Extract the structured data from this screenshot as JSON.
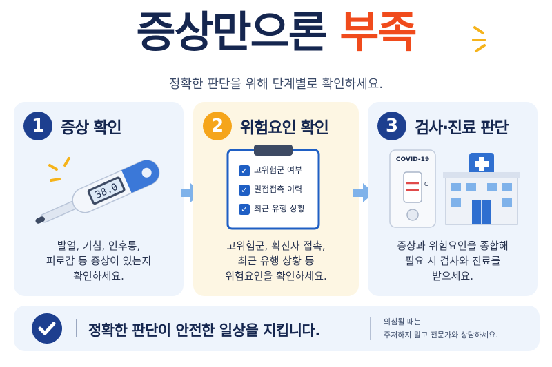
{
  "title": {
    "part1": "증상만으론",
    "part2": "부족"
  },
  "subtitle": "정확한 판단을 위해 단계별로 확인하세요.",
  "colors": {
    "navy": "#15264f",
    "accent": "#f04b1c",
    "yellow": "#f5a51b",
    "blue": "#1f5fc4"
  },
  "steps": [
    {
      "number": "1",
      "heading": "증상 확인",
      "icon": "thermometer-icon",
      "display": "38.0",
      "desc": [
        "발열, 기침, 인후통,",
        "피로감 등 증상이 있는지",
        "확인하세요."
      ]
    },
    {
      "number": "2",
      "heading": "위험요인 확인",
      "icon": "checklist-icon",
      "checklist": [
        "고위험군 여부",
        "밀접접촉 이력",
        "최근 유행 상황"
      ],
      "desc": [
        "고위험군, 확진자 접촉,",
        "최근 유행 상황 등",
        "위험요인을 확인하세요."
      ]
    },
    {
      "number": "3",
      "heading": "검사·진료 판단",
      "icon": "test-kit-icon",
      "kit_label": "COVID-19",
      "desc": [
        "증상과 위험요인을 종합해",
        "필요 시 검사와 진료를",
        "받으세요."
      ]
    }
  ],
  "footer": {
    "message": "정확한 판단이 안전한 일상을 지킵니다.",
    "note": [
      "의심될 때는",
      "주저하지 말고 전문가와 상담하세요."
    ]
  }
}
